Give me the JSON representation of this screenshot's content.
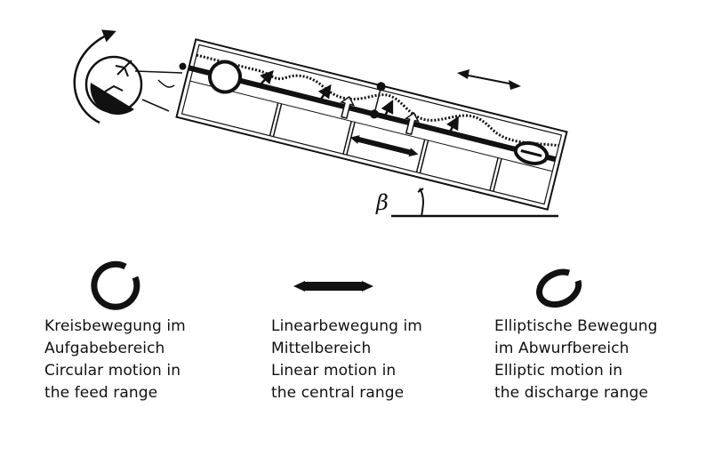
{
  "diagram": {
    "angle_symbol": "β"
  },
  "legend": [
    {
      "motion": "circular",
      "lines": [
        "Kreisbewegung im",
        "Aufgabebereich",
        "Circular motion in",
        "the feed range"
      ]
    },
    {
      "motion": "linear",
      "lines": [
        "Linearbewegung im",
        "Mittelbereich",
        "Linear motion in",
        "the central range"
      ]
    },
    {
      "motion": "elliptic",
      "lines": [
        "Elliptische Bewegung",
        "im Abwurfbereich",
        "Elliptic motion in",
        "the discharge range"
      ]
    }
  ],
  "colors": {
    "ink": "#111111",
    "paper": "#ffffff"
  }
}
